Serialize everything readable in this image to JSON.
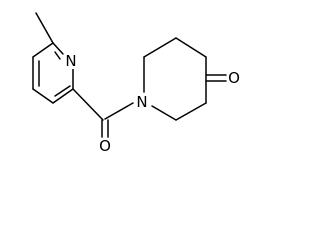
{
  "molecule": {
    "atom_labels": {
      "pyridine_nitrogen": "N",
      "piperidine_nitrogen": "N",
      "carbonyl_oxygen": "O",
      "ketone_oxygen": "O"
    },
    "bond_color": "#000000",
    "background_color": "#ffffff"
  }
}
